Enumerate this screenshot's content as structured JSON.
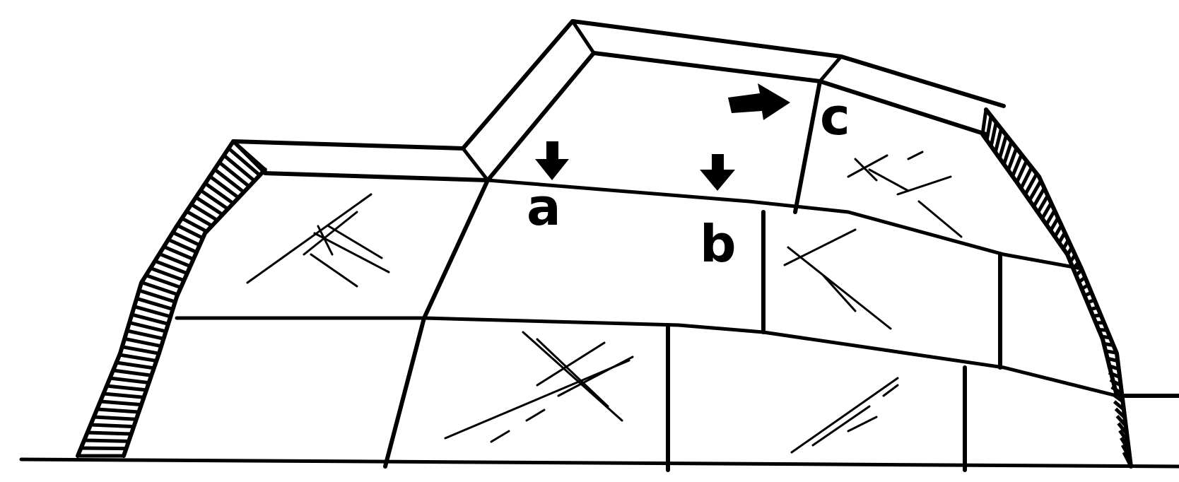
{
  "diagram": {
    "labels": {
      "a": "a",
      "b": "b",
      "c": "c"
    },
    "arrows": [
      {
        "name": "arrow-a",
        "direction": "down",
        "target": "a"
      },
      {
        "name": "arrow-b",
        "direction": "down",
        "target": "b"
      },
      {
        "name": "arrow-c",
        "direction": "right",
        "target": "c"
      }
    ],
    "colors": {
      "line": "#000000",
      "background": "#ffffff"
    }
  }
}
